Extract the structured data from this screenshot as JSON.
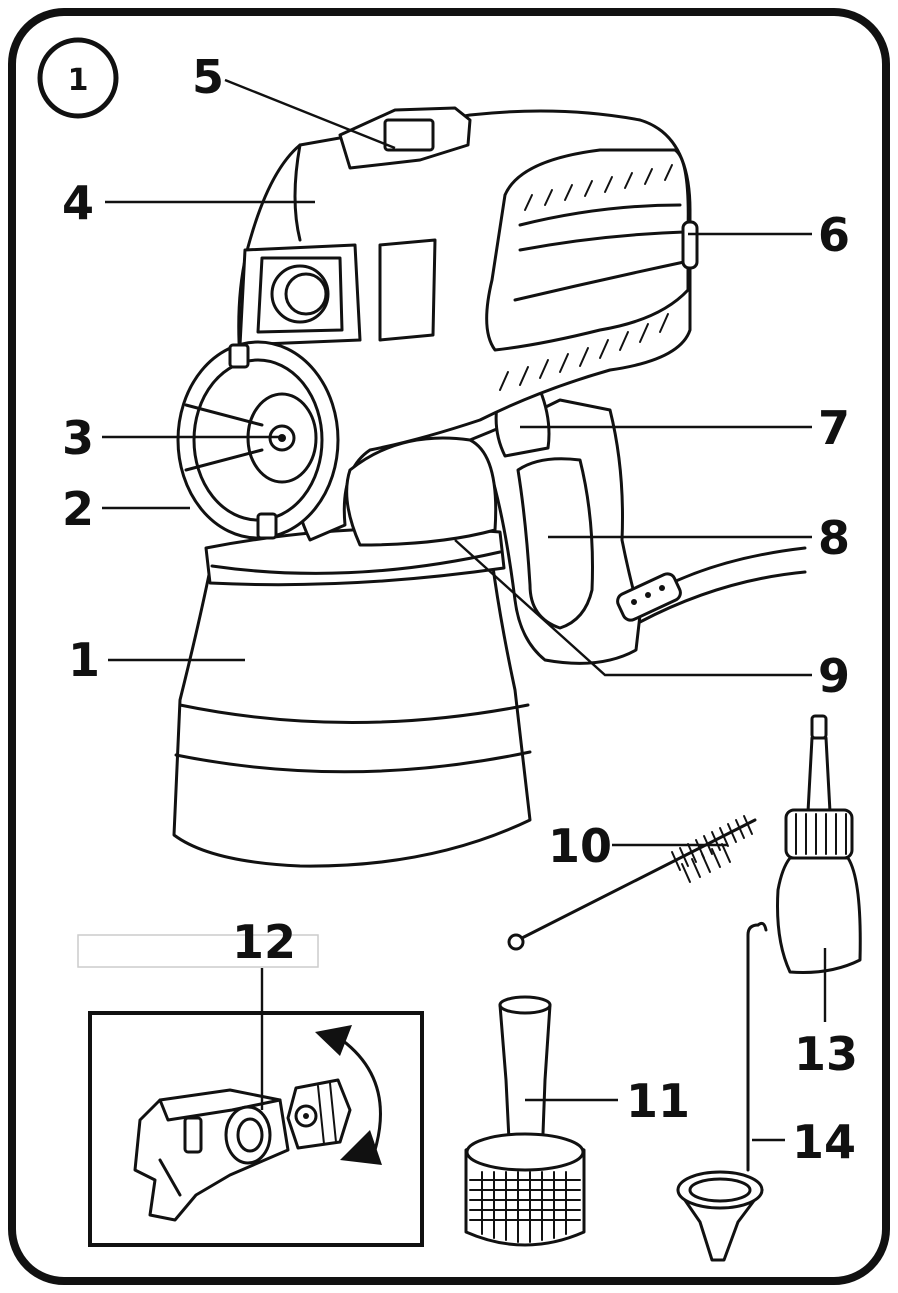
{
  "figure_number": "1",
  "callouts": [
    {
      "id": "1",
      "label": "1"
    },
    {
      "id": "2",
      "label": "2"
    },
    {
      "id": "3",
      "label": "3"
    },
    {
      "id": "4",
      "label": "4"
    },
    {
      "id": "5",
      "label": "5"
    },
    {
      "id": "6",
      "label": "6"
    },
    {
      "id": "7",
      "label": "7"
    },
    {
      "id": "8",
      "label": "8"
    },
    {
      "id": "9",
      "label": "9"
    },
    {
      "id": "10",
      "label": "10"
    },
    {
      "id": "11",
      "label": "11"
    },
    {
      "id": "12",
      "label": "12"
    },
    {
      "id": "13",
      "label": "13"
    },
    {
      "id": "14",
      "label": "14"
    }
  ],
  "colors": {
    "ink": "#111111",
    "paper": "#ffffff"
  }
}
